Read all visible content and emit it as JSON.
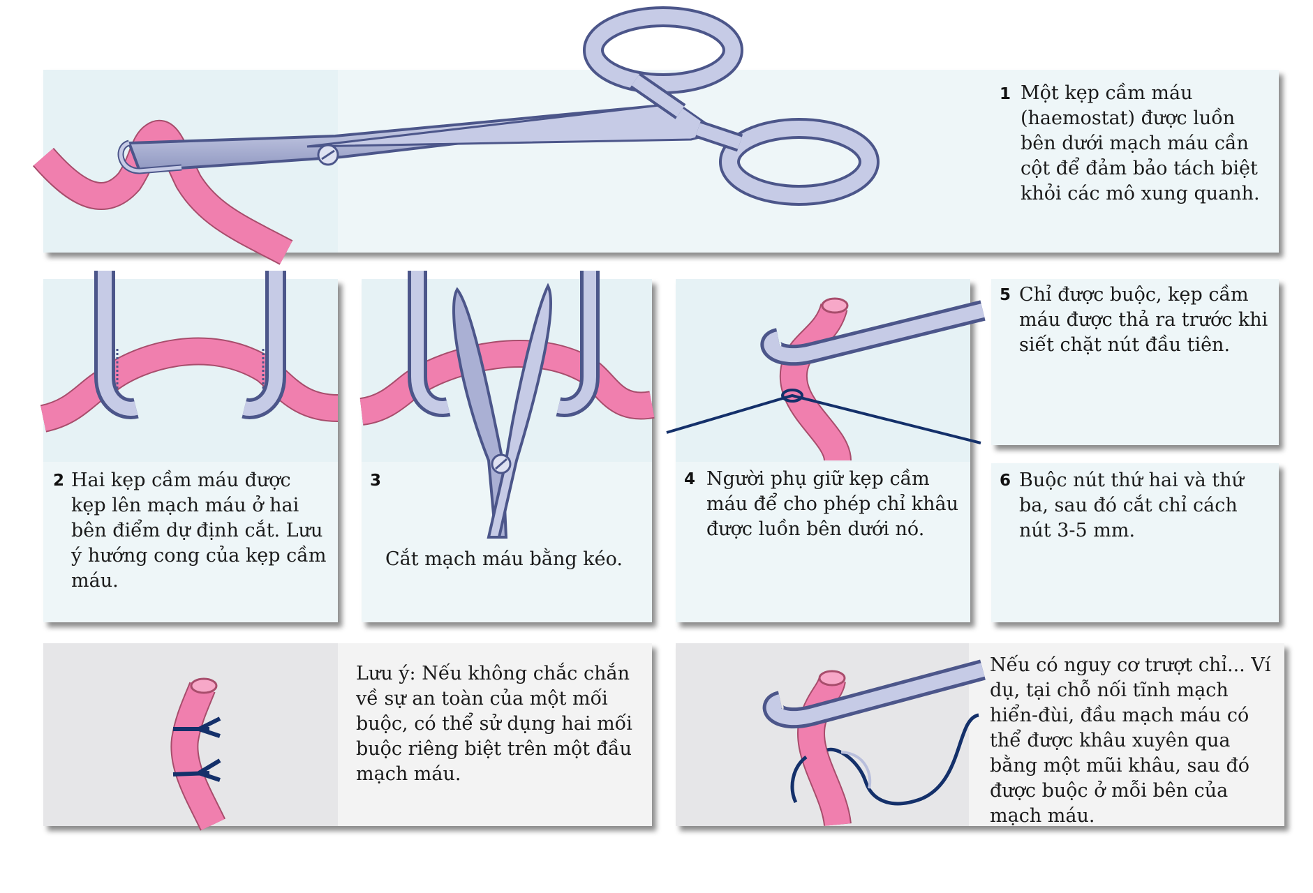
{
  "steps": [
    {
      "number": "1",
      "text": "Một kẹp cầm máu (haemostat) được luồn bên dưới mạch máu cần cột để đảm bảo tách biệt khỏi các mô xung quanh."
    },
    {
      "number": "2",
      "text": "Hai kẹp cầm máu được kẹp lên mạch máu ở hai bên điểm dự định cắt. Lưu ý hướng cong của kẹp cầm máu."
    },
    {
      "number": "3",
      "text": "Cắt mạch máu bằng kéo."
    },
    {
      "number": "4",
      "text": "Người phụ giữ kẹp cầm máu để cho phép chỉ khâu được luồn bên dưới nó."
    },
    {
      "number": "5",
      "text": "Chỉ được buộc, kẹp cầm máu được thả ra trước khi siết chặt nút đầu tiên."
    },
    {
      "number": "6",
      "text": "Buộc nút thứ hai và thứ ba, sau đó cắt chỉ cách nút 3-5 mm."
    }
  ],
  "notes": [
    {
      "text": "Lưu ý: Nếu không chắc chắn về sự an toàn của một mối buộc, có thể sử dụng hai mối buộc riêng biệt trên một đầu mạch máu."
    },
    {
      "text": "Nếu có nguy cơ trượt chỉ... Ví dụ, tại chỗ nối tĩnh mạch hiển-đùi, đầu mạch máu có thể được khâu xuyên qua bằng một mũi khâu, sau đó được buộc ở mỗi bên của mạch máu."
    }
  ],
  "colors": {
    "vessel": "#f07fae",
    "vessel_outline": "#a84d6c",
    "suture": "#14306a",
    "instrument": "#b9bfdc",
    "instrument_outline": "#4c568a",
    "panel_blue": "#e6f2f5",
    "panel_gray": "#f3f3f3"
  }
}
